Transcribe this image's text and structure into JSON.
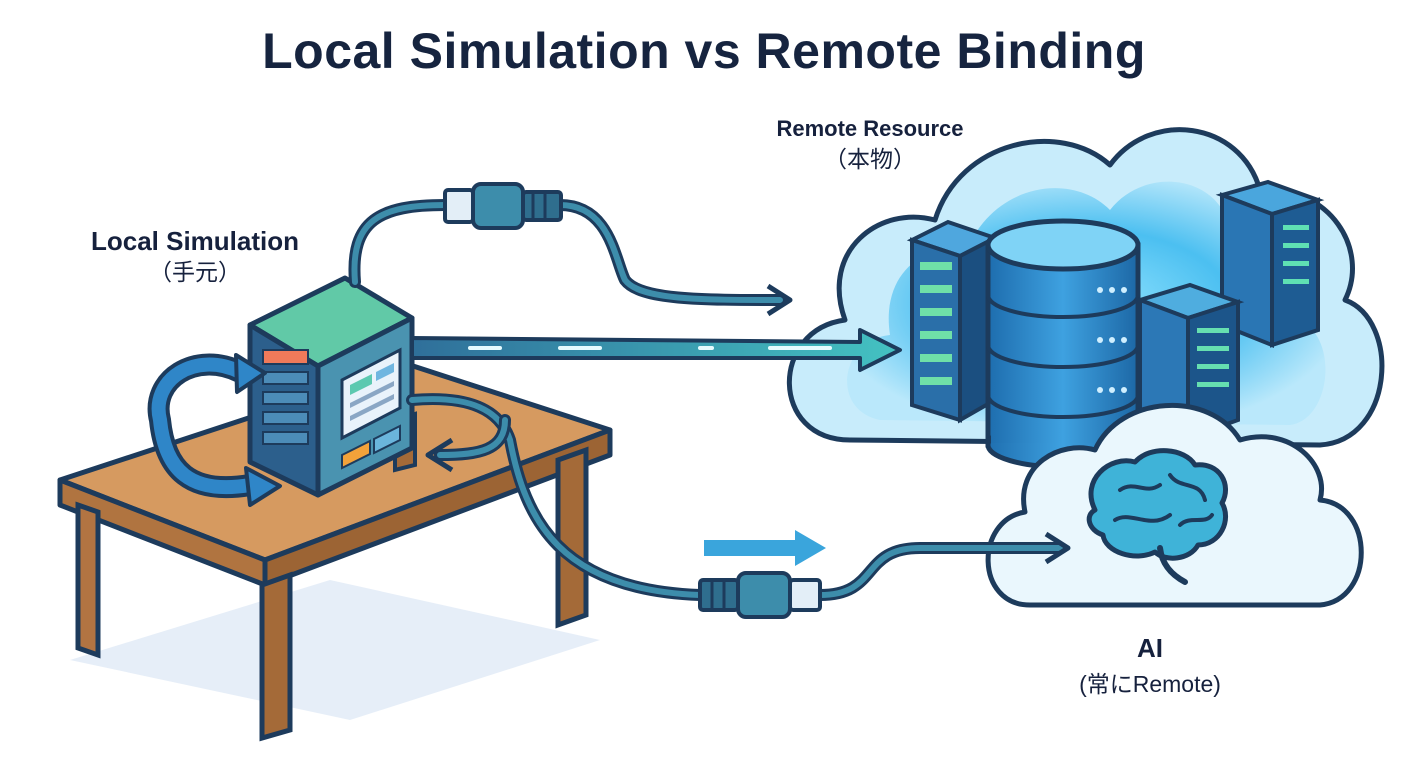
{
  "title": "Local Simulation vs Remote Binding",
  "labels": {
    "remote": {
      "main": "Remote Resource",
      "sub": "（本物）"
    },
    "local": {
      "main": "Local Simulation",
      "sub": "（手元）"
    },
    "ai": {
      "main": "AI",
      "sub": "(常にRemote)"
    }
  },
  "colors": {
    "outline": "#1d3b5c",
    "cloud_fill": "#bfe9fb",
    "cloud_glow": "#3fb8ee",
    "cable": "#3d8dab",
    "table_wood": "#c98e55",
    "server_teal": "#58c5a8",
    "database_blue": "#2f86c8"
  }
}
